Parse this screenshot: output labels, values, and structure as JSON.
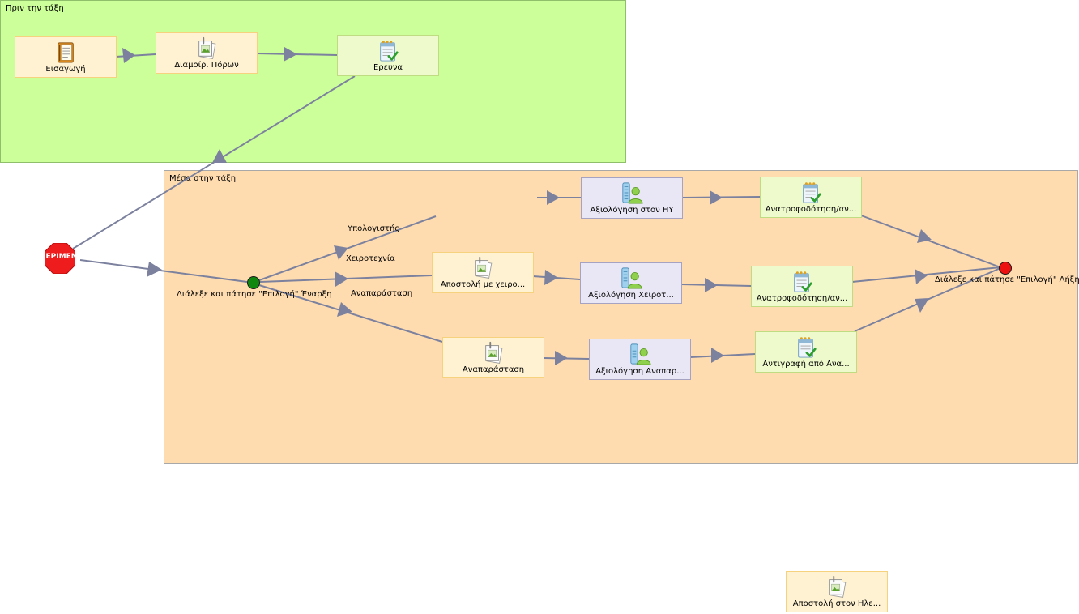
{
  "lanes": {
    "before": {
      "title": "Πριν την τάξη"
    },
    "inside": {
      "title": "Μέσα στην τάξη"
    }
  },
  "nodes": {
    "intro": {
      "label": "Εισαγωγή",
      "kind": "resource",
      "icon": "notebook-icon"
    },
    "resources": {
      "label": "Διαμοίρ. Πόρων",
      "kind": "resource",
      "icon": "image-document-icon"
    },
    "research": {
      "label": "Ερευνα",
      "kind": "quiz",
      "icon": "checklist-icon"
    },
    "send_handcraft": {
      "label": "Αποστολή με χειρο...",
      "kind": "resource",
      "icon": "image-document-icon"
    },
    "reenactment": {
      "label": "Αναπαράσταση",
      "kind": "resource",
      "icon": "image-document-icon"
    },
    "assess_pc": {
      "label": "Αξιολόγηση στον ΗΥ",
      "kind": "assess",
      "icon": "user-assessment-icon"
    },
    "assess_handcraft": {
      "label": "Αξιολόγηση Χειροτ...",
      "kind": "assess",
      "icon": "user-assessment-icon"
    },
    "assess_reenact": {
      "label": "Αξιολόγηση Αναπαρ...",
      "kind": "assess",
      "icon": "user-assessment-icon"
    },
    "feedback_1": {
      "label": "Ανατροφοδότηση/αν...",
      "kind": "quiz",
      "icon": "checklist-icon"
    },
    "feedback_2": {
      "label": "Ανατροφοδότηση/αν...",
      "kind": "quiz",
      "icon": "checklist-icon"
    },
    "copy_from": {
      "label": "Αντιγραφή από Ανα...",
      "kind": "quiz",
      "icon": "checklist-icon"
    },
    "send_electronic": {
      "label": "Αποστολή στον Ηλε...",
      "kind": "resource",
      "icon": "image-document-icon"
    }
  },
  "start": {
    "label": "Διάλεξε και πάτησε \"Επιλογή\" Έναρξη"
  },
  "end": {
    "label": "Διάλεξε και πάτησε \"Επιλογή\" Λήξη"
  },
  "branches": {
    "computer": "Υπολογιστής",
    "handcraft": "Χειροτεχνία",
    "reenactment": "Αναπαράσταση"
  },
  "stop": {
    "label": "ΠΕΡΙΜΕΝΕ"
  },
  "colors": {
    "edge": "#7c819e",
    "lane_before": "#ccff99",
    "lane_inside": "#fedcb0",
    "start": "#108810",
    "end": "#ee1111",
    "stop": "#ee1c1c"
  }
}
